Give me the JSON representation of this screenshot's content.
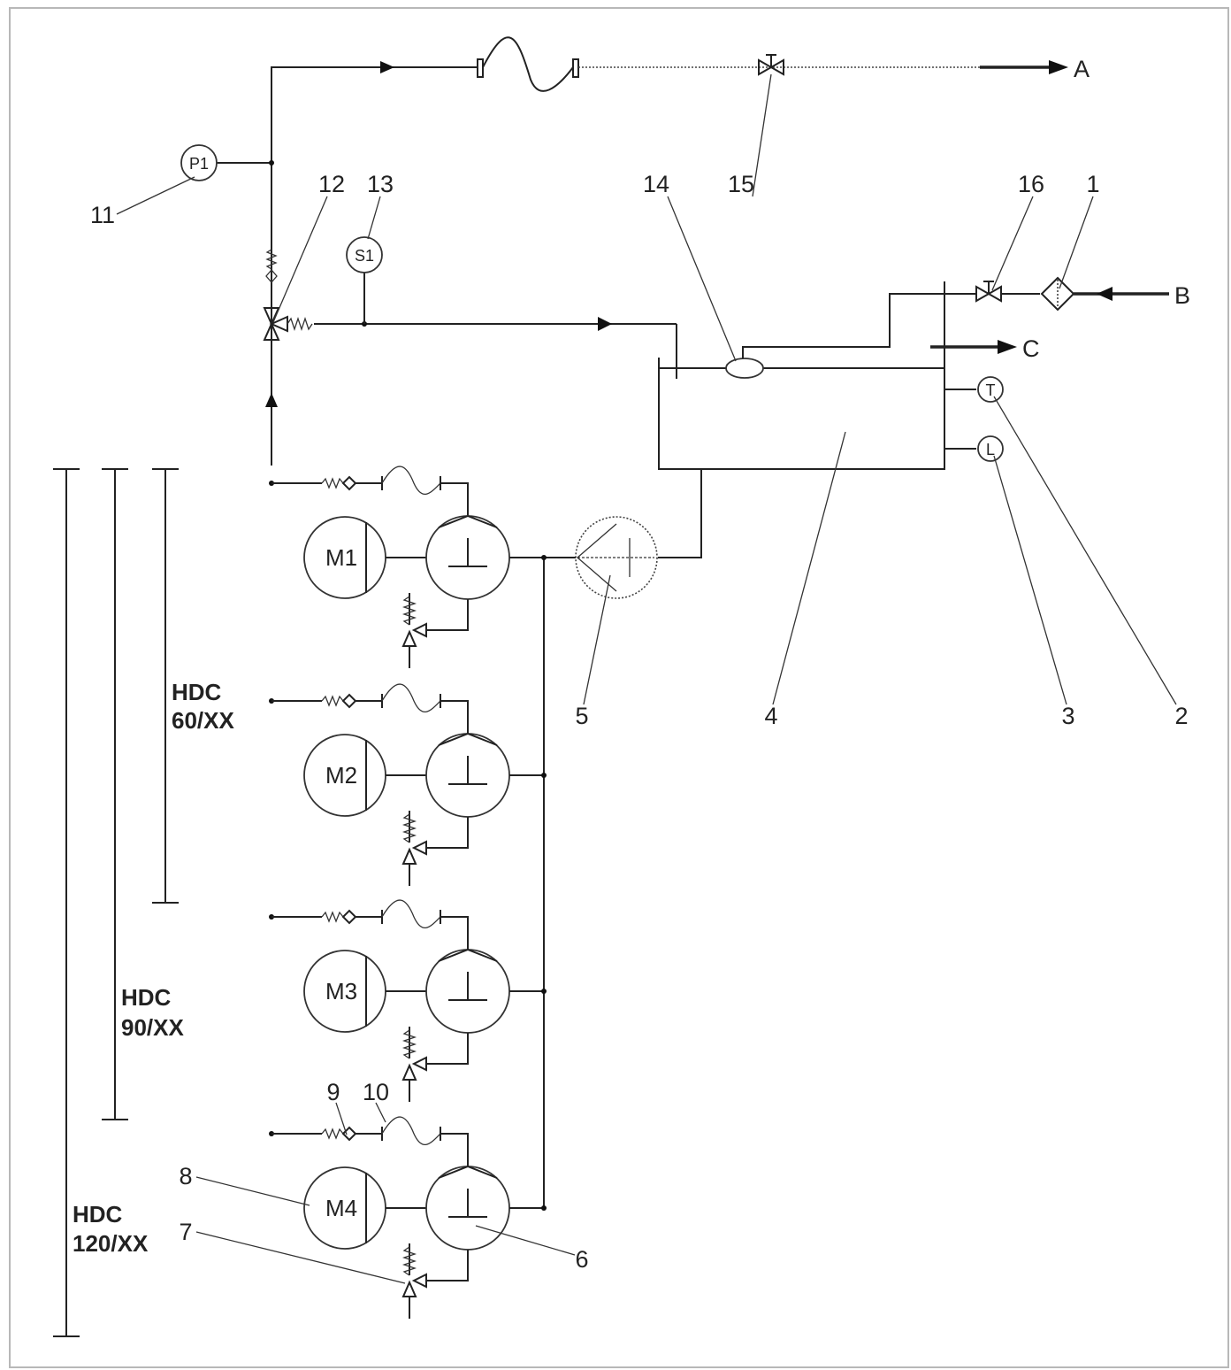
{
  "callouts": [
    "1",
    "2",
    "3",
    "4",
    "5",
    "6",
    "7",
    "8",
    "9",
    "10",
    "11",
    "12",
    "13",
    "14",
    "15",
    "16"
  ],
  "ports": {
    "a": "A",
    "b": "B",
    "c": "C"
  },
  "instruments": {
    "p1": "P1",
    "s1": "S1",
    "t": "T",
    "l": "L"
  },
  "motors": [
    "M1",
    "M2",
    "M3",
    "M4"
  ],
  "models": {
    "hdc60": [
      "HDC",
      "60/XX"
    ],
    "hdc90": [
      "HDC",
      "90/XX"
    ],
    "hdc120": [
      "HDC",
      "120/XX"
    ]
  }
}
